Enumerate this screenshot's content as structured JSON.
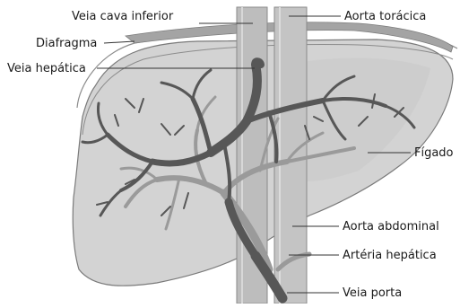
{
  "labels": {
    "veia_cava_inferior": "Veia cava inferior",
    "aorta_toracica": "Aorta torácica",
    "diafragma": "Diafragma",
    "veia_hepatica": "Veia hepática",
    "figado": "Fígado",
    "aorta_abdominal": "Aorta abdominal",
    "arteria_hepatica": "Artéria hepática",
    "veia_porta": "Veia porta"
  },
  "colors": {
    "liver_fill": "#d3d3d3",
    "liver_outline": "#7a7a7a",
    "diaphragm": "#8c8c8c",
    "vessel_tube": "#b9b9b9",
    "hepatic_vein": "#575757",
    "portal_branches": "#9a9a9a",
    "leader_line": "#333333"
  }
}
